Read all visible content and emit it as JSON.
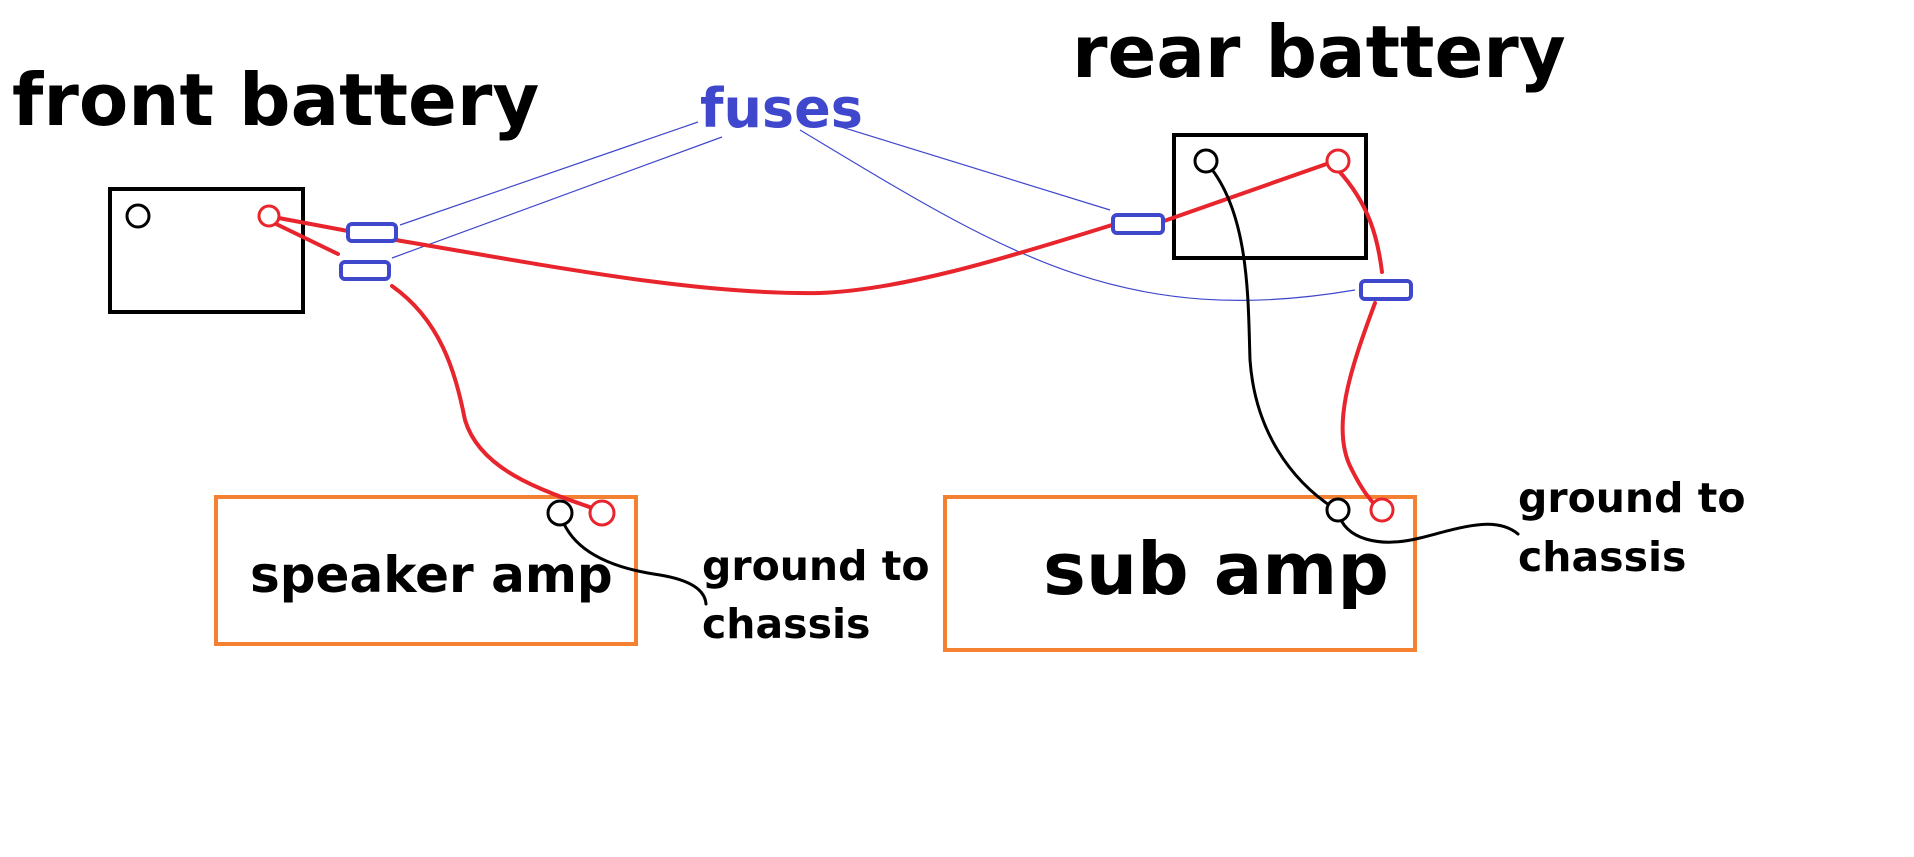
{
  "labels": {
    "front_battery": "front battery",
    "rear_battery": "rear battery",
    "fuses": "fuses",
    "speaker_amp": "speaker amp",
    "sub_amp": "sub amp",
    "ground_speaker_line1": "ground to",
    "ground_speaker_line2": "chassis",
    "ground_sub_line1": "ground to",
    "ground_sub_line2": "chassis"
  },
  "colors": {
    "positive_wire": "#e8242c",
    "ground_wire": "#000000",
    "fuse": "#3f48cc",
    "fuse_leader": "#3f48cc",
    "battery_outline": "#000000",
    "amp_outline": "#f48132",
    "fuses_label": "#3f48cc"
  }
}
